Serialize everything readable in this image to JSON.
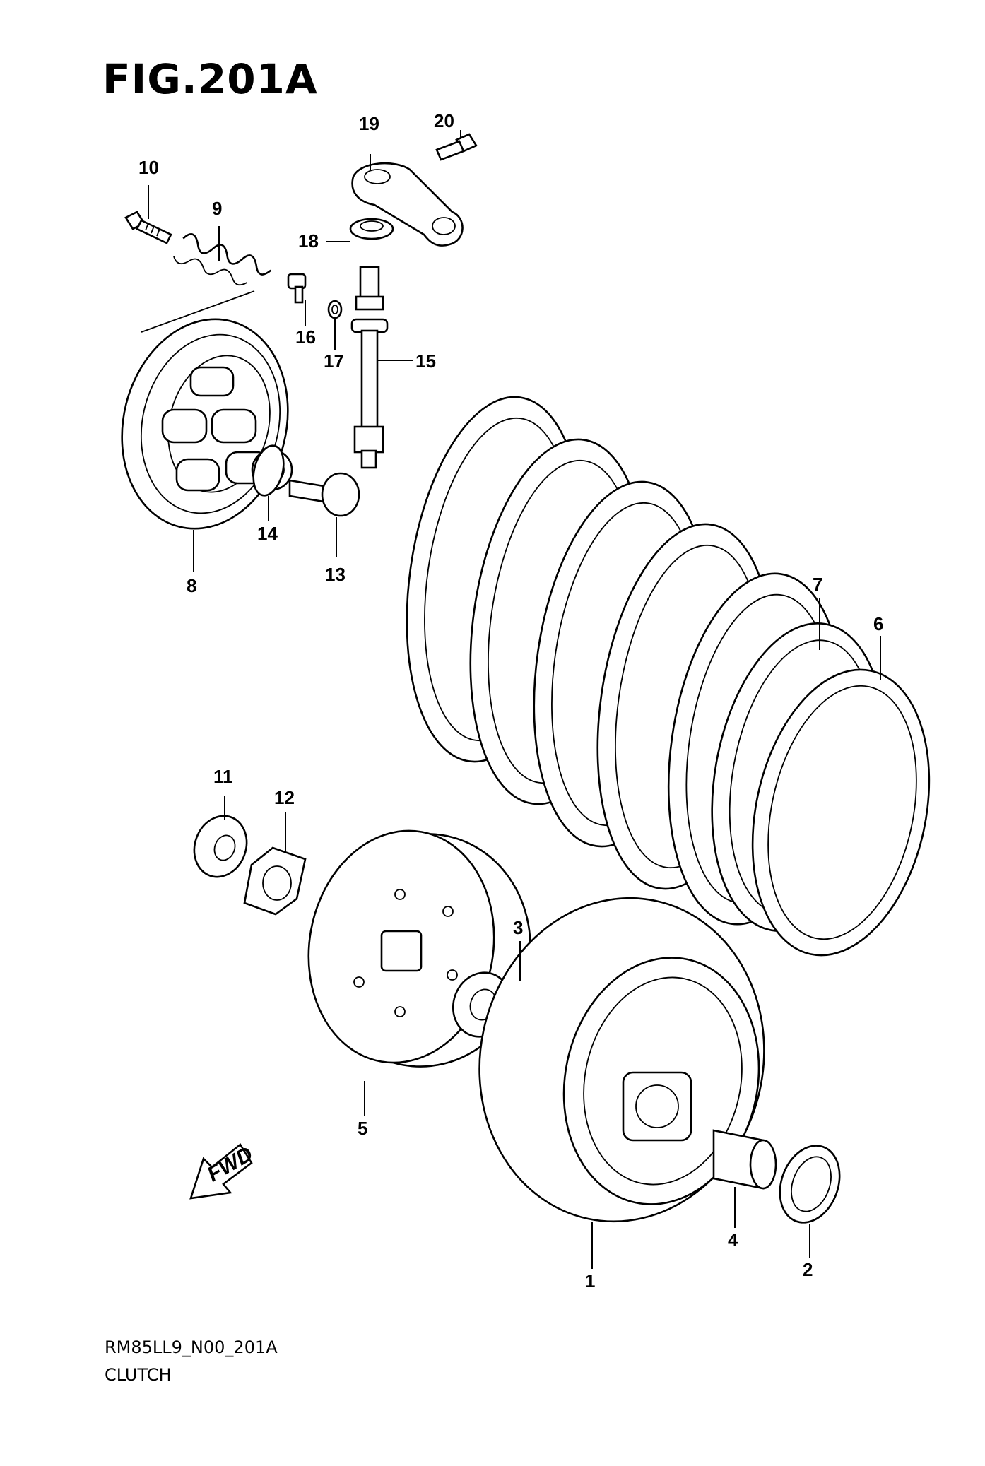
{
  "figure": {
    "title": "FIG.201A",
    "code": "RM85LL9_N00_201A",
    "name": "CLUTCH"
  },
  "fwd_marker": {
    "label": "FWD",
    "icon": "fwd-arrow-icon"
  },
  "callouts": [
    {
      "id": "1",
      "label": "1"
    },
    {
      "id": "2",
      "label": "2"
    },
    {
      "id": "3",
      "label": "3"
    },
    {
      "id": "4",
      "label": "4"
    },
    {
      "id": "5",
      "label": "5"
    },
    {
      "id": "6",
      "label": "6"
    },
    {
      "id": "7",
      "label": "7"
    },
    {
      "id": "8",
      "label": "8"
    },
    {
      "id": "9",
      "label": "9"
    },
    {
      "id": "10",
      "label": "10"
    },
    {
      "id": "11",
      "label": "11"
    },
    {
      "id": "12",
      "label": "12"
    },
    {
      "id": "13",
      "label": "13"
    },
    {
      "id": "14",
      "label": "14"
    },
    {
      "id": "15",
      "label": "15"
    },
    {
      "id": "16",
      "label": "16"
    },
    {
      "id": "17",
      "label": "17"
    },
    {
      "id": "18",
      "label": "18"
    },
    {
      "id": "19",
      "label": "19"
    },
    {
      "id": "20",
      "label": "20"
    }
  ]
}
